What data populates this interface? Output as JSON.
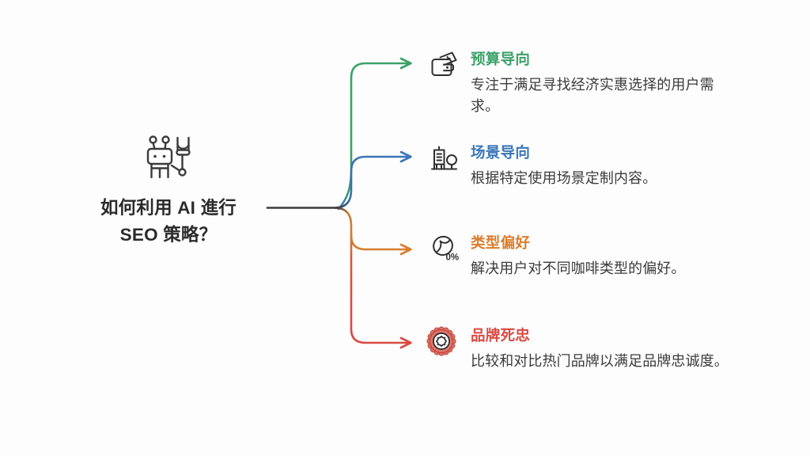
{
  "page": {
    "background_color": "#fdfdfd",
    "type": "mindmap-diagram"
  },
  "root": {
    "icon": "robot-with-wrench-icon",
    "title": "如何利用 AI 進行\nSEO 策略？",
    "title_color": "#2b2b2b"
  },
  "branches": [
    {
      "id": "budget-oriented",
      "icon": "wallet-icon",
      "title": "预算导向",
      "color": "#3aa168",
      "description": "专注于满足寻找经济实惠选择的用户需求。"
    },
    {
      "id": "scenario-oriented",
      "icon": "building-tree-icon",
      "title": "场景导向",
      "color": "#3a76b8",
      "description": "根据特定使用场景定制内容。"
    },
    {
      "id": "type-preference",
      "icon": "coffee-bean-percent-icon",
      "title": "类型偏好",
      "color": "#da7d2a",
      "description": "解决用户对不同咖啡类型的偏好。"
    },
    {
      "id": "brand-loyalty",
      "icon": "seal-badge-icon",
      "title": "品牌死忠",
      "color": "#d94a42",
      "description": "比较和对比热门品牌以满足品牌忠诚度。"
    }
  ],
  "connectors": {
    "trunk_color": "#3b3b3b",
    "branch_colors": [
      "#3aa168",
      "#3a76b8",
      "#da7d2a",
      "#d94a42"
    ]
  }
}
